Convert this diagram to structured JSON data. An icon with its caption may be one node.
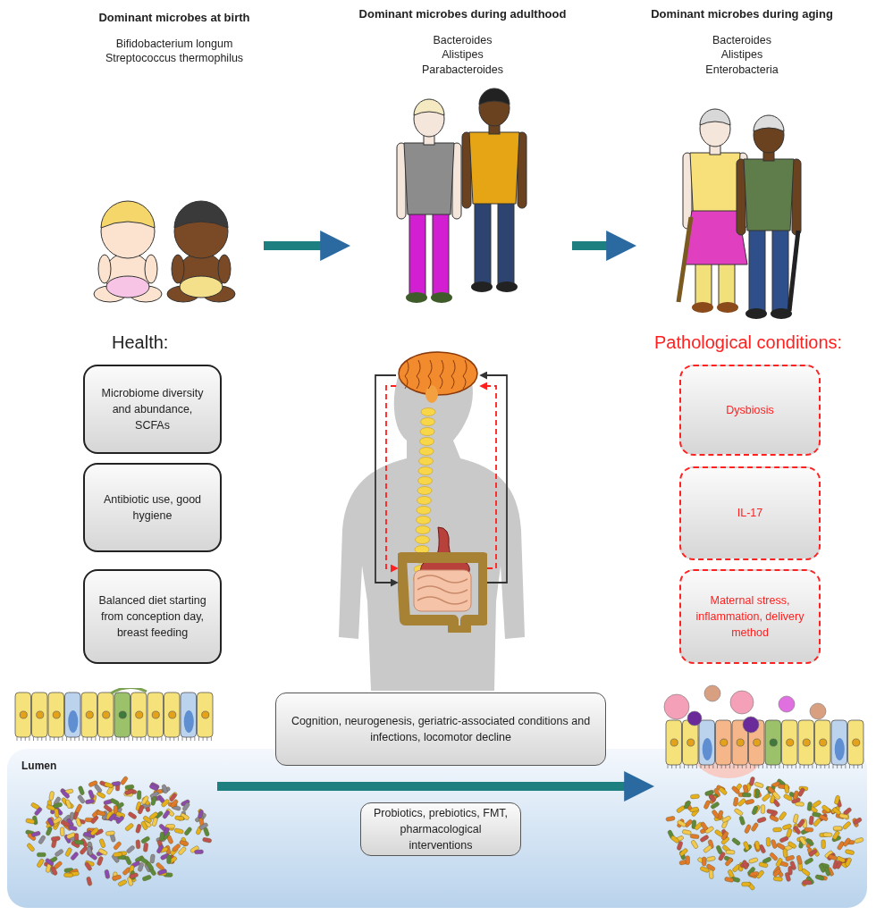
{
  "diagram": {
    "nodes": [
      {
        "text": [
          "Dominant microbes at birth",
          "Bifidobacterium longum Streptococcus thermophilus"
        ]
      },
      {
        "text": [
          "Dominant microbes during adulthood",
          "Bacteroides Alistipes Parabacteroides"
        ]
      },
      {
        "text": [
          "Dominant microbes during aging",
          "Bacteroides Alistipes Enterobacteria"
        ]
      },
      {
        "text": [
          "Microbiome diversity and abundance, SCFAs"
        ]
      },
      {
        "text": [
          "Antibiotic use, good hygiene"
        ]
      },
      {
        "text": [
          "Balanced diet starting from conception day, breast feeding"
        ]
      },
      {
        "text": [
          "Dysbiosis"
        ]
      },
      {
        "text": [
          "IL-17"
        ]
      },
      {
        "text": [
          "Maternal stress, inflammation, delivery method"
        ]
      },
      {
        "text": [],
        "shape": "picture"
      },
      {
        "text": [],
        "shape": "picture",
        "in": 9
      },
      {
        "text": [],
        "shape": "picture",
        "in": 9
      },
      {
        "text": [
          "Lumen"
        ]
      },
      {
        "text": [],
        "shape": "picture",
        "in": 12
      },
      {
        "text": [],
        "shape": "picture"
      },
      {
        "text": [
          "Cognition, neurogenesis, geriatric-associated conditions and infections, locomotor decline"
        ]
      },
      {
        "text": [
          "Probiotics, prebiotics, FMT, pharmacological interventions"
        ],
        "in": 12
      }
    ],
    "edges": [
      {
        "from": 0,
        "to": 1,
        "arrow": "to",
        "style": "thick"
      },
      {
        "from": 1,
        "to": 2,
        "arrow": "to",
        "style": "thick"
      },
      {
        "from": 13,
        "to": 14,
        "arrow": "to",
        "style": "thick"
      },
      {
        "from": 10,
        "to": 11,
        "arrow": "to",
        "color": "#333333"
      },
      {
        "from": 10,
        "to": 11,
        "arrow": "to",
        "style": "dashed",
        "color": "#ff2020"
      },
      {
        "from": 11,
        "to": 10,
        "arrow": "to",
        "color": "#333333"
      },
      {
        "from": 11,
        "to": 10,
        "arrow": "to",
        "style": "dashed",
        "color": "#ff2020"
      }
    ],
    "labels": [
      "Health:",
      "Pathological conditions:"
    ]
  }
}
